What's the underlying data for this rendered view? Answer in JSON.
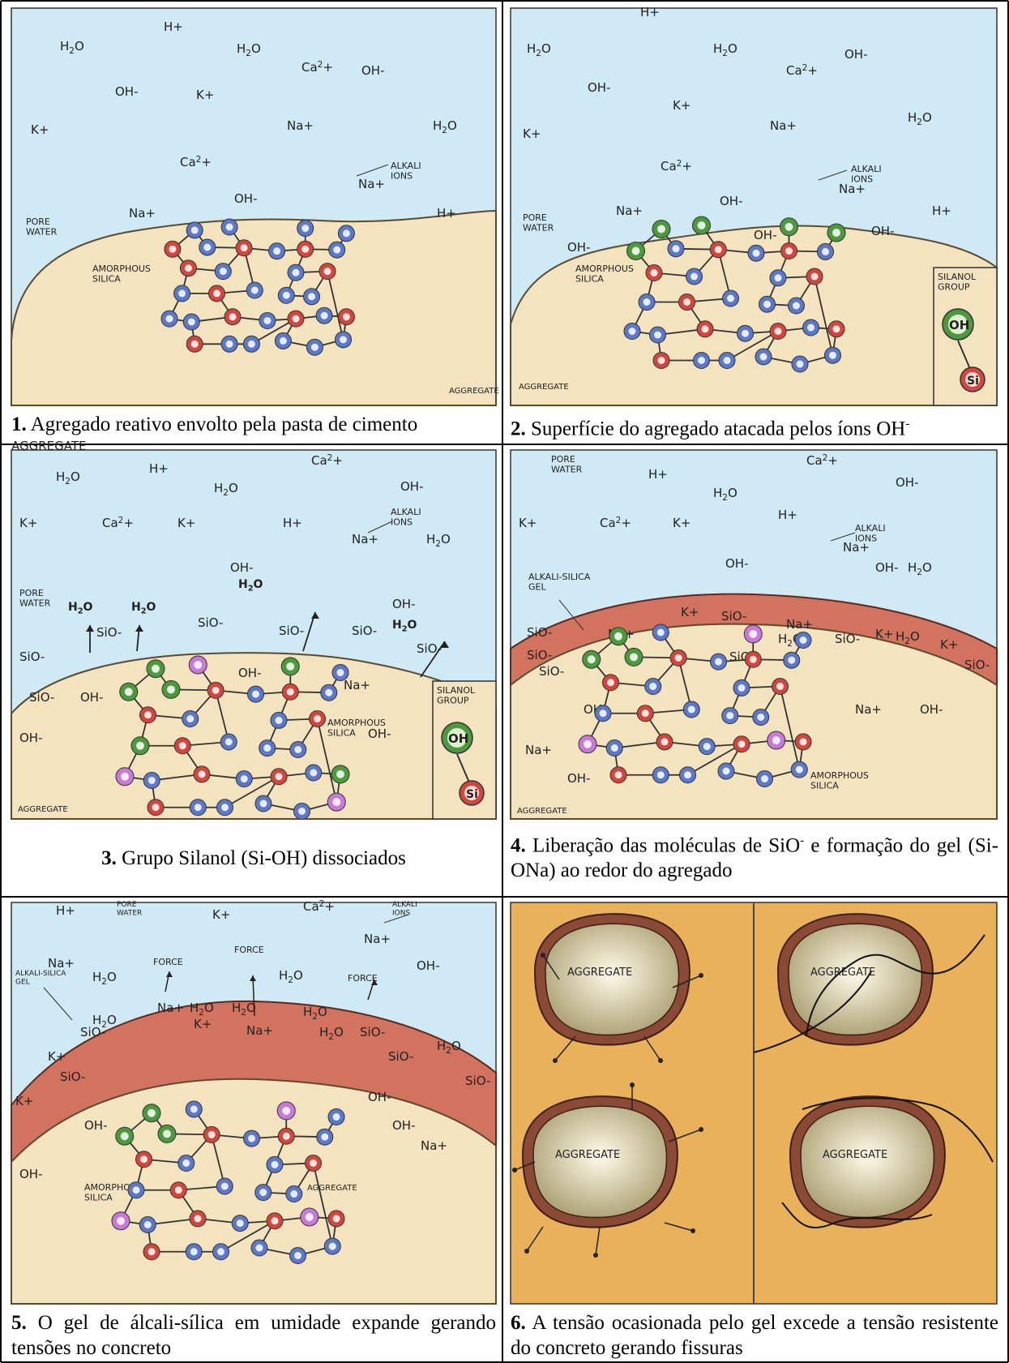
{
  "panels": [
    {
      "num": "1.",
      "caption": "Agregado reativo envolto pela pasta de cimento",
      "labels": [
        "H2O",
        "H+",
        "H2O",
        "Ca2+",
        "OH-",
        "OH-",
        "K+",
        "K+",
        "Na+",
        "H2O",
        "Ca2+",
        "ALKALI IONS",
        "Na+",
        "Na+",
        "OH-",
        "H+",
        "PORE WATER",
        "AMORPHOUS SILICA",
        "AGGREGATE"
      ]
    },
    {
      "num": "2.",
      "caption": "Superfície do agregado atacada pelos íons OH",
      "caption_sup": "-",
      "labels": [
        "H2O",
        "H+",
        "H2O",
        "Ca2+",
        "OH-",
        "OH-",
        "K+",
        "K+",
        "Na+",
        "H2O",
        "Ca2+",
        "ALKALI IONS",
        "Na+",
        "Na+",
        "OH-",
        "OH-",
        "H+",
        "PORE WATER",
        "OH-",
        "OH-",
        "AMORPHOUS SILICA",
        "SILANOL GROUP",
        "OH",
        "Si",
        "AGGREGATE"
      ]
    },
    {
      "num": "3.",
      "caption": "Grupo Silanol (Si-OH) dissociados",
      "labels": [
        "H2O",
        "H+",
        "H2O",
        "Ca2+",
        "OH-",
        "K+",
        "Ca2+",
        "K+",
        "H+",
        "ALKALI IONS",
        "Na+",
        "H2O",
        "OH-",
        "PORE WATER",
        "H2O",
        "H2O",
        "H2O",
        "OH-",
        "H2O",
        "SiO-",
        "SiO-",
        "SiO-",
        "SiO-",
        "SiO-",
        "SiO-",
        "SiO-",
        "OH-",
        "OH-",
        "Na+",
        "OH-",
        "OH-",
        "AMORPHOUS SILICA",
        "SILANOL GROUP",
        "OH",
        "Si",
        "AGGREGATE"
      ]
    },
    {
      "num": "4.",
      "caption_a": "Liberação das moléculas de SiO",
      "caption_sup": "-",
      "caption_b": " e formação do gel (Si-ONa) ao redor do agregado",
      "labels": [
        "PORE WATER",
        "H+",
        "H2O",
        "Ca2+",
        "OH-",
        "K+",
        "Ca2+",
        "K+",
        "H+",
        "ALKALI IONS",
        "Na+",
        "OH-",
        "ALKALI-SILICA GEL",
        "OH-",
        "H2O",
        "SiO-",
        "Na+",
        "K+",
        "SiO-",
        "Na+",
        "H2O",
        "SiO-",
        "K+",
        "H2O",
        "SiO-",
        "SiO-",
        "K+",
        "SiO-",
        "SiO-",
        "OH-",
        "Na+",
        "OH-",
        "Na+",
        "OH-",
        "AMORPHOUS SILICA",
        "AGGREGATE"
      ]
    },
    {
      "num": "5.",
      "caption": "O gel de álcali-sílica em umidade expande gerando tensões no concreto",
      "labels": [
        "H+",
        "PORE WATER",
        "K+",
        "Ca2+",
        "ALKALI IONS",
        "Na+",
        "Na+",
        "H2O",
        "FORCE",
        "FORCE",
        "H2O",
        "FORCE",
        "OH-",
        "ALKALI-SILICA GEL",
        "Na+",
        "H2O",
        "H2O",
        "SiO-",
        "H2O",
        "K+",
        "Na+",
        "H2O",
        "H2O",
        "SiO-",
        "K+",
        "SiO-",
        "H2O",
        "SiO-",
        "SiO-",
        "K+",
        "OH-",
        "OH-",
        "OH-",
        "Na+",
        "OH-",
        "AMORPHOUS SILICA",
        "AGGREGATE"
      ]
    },
    {
      "num": "6.",
      "caption": "A tensão ocasionada pelo gel excede a tensão resistente do concreto gerando fissuras",
      "labels": [
        "AGGREGATE",
        "AGGREGATE",
        "AGGREGATE",
        "AGGREGATE"
      ]
    }
  ],
  "colors": {
    "water": "#cfeaf5",
    "aggregate": "#f3e3bf",
    "gel": "#d2735f",
    "concrete": "#e9b15a",
    "oxygen": "#5b78c9",
    "silicon": "#d2463d",
    "hydroxyl": "#4d9a3e",
    "sodium": "#c97ad8"
  }
}
